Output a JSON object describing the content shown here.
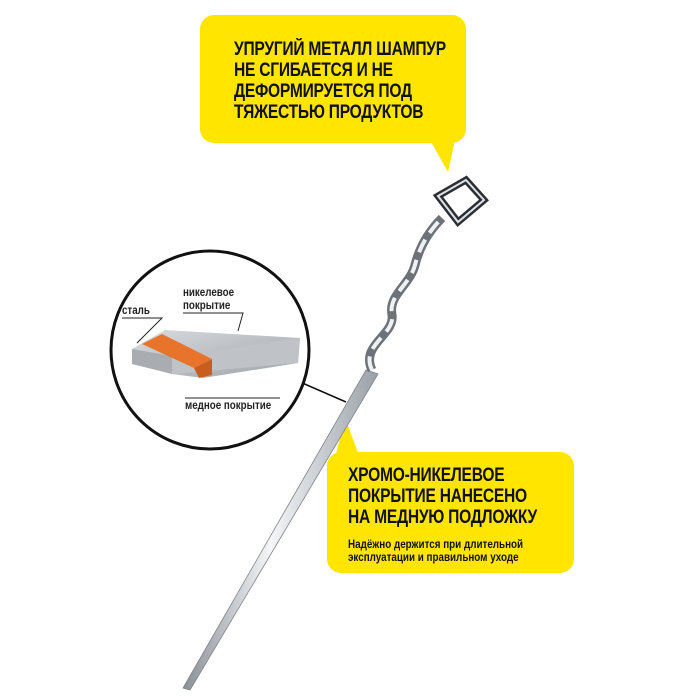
{
  "callout_top": {
    "lines": [
      "УПРУГИЙ МЕТАЛЛ ШАМПУР",
      "НЕ СГИБАЕТСЯ И НЕ",
      "ДЕФОРМИРУЕТСЯ ПОД",
      "ТЯЖЕСТЬЮ ПРОДУКТОВ"
    ]
  },
  "callout_bottom": {
    "lines": [
      "ХРОМО-НИКЕЛЕВОЕ",
      "ПОКРЫТИЕ НАНЕСЕНО",
      "НА МЕДНУЮ ПОДЛОЖКУ"
    ],
    "sub_lines": [
      "Надёжно держится при длительной",
      "эксплуатации и правильном уходе"
    ]
  },
  "layers": {
    "steel": "сталь",
    "nickel": [
      "никелевое",
      "покрытие"
    ],
    "copper": "медное покрытие"
  },
  "colors": {
    "accent": "#FFE500",
    "copper": "#E8732A"
  }
}
